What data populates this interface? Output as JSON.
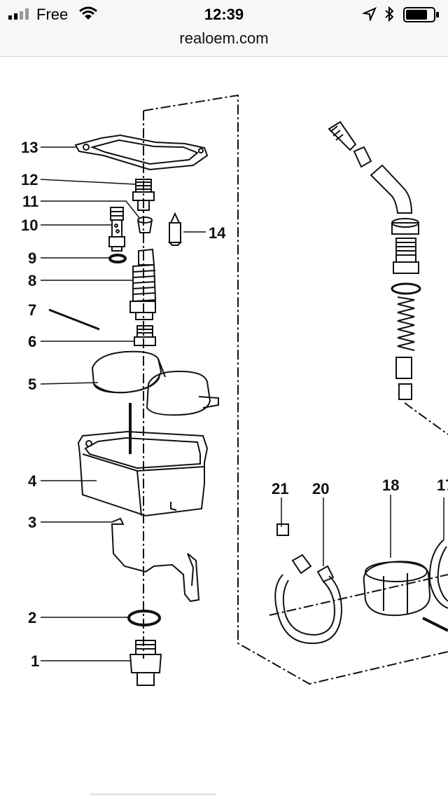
{
  "status_bar": {
    "carrier": "Free",
    "time": "12:39",
    "icons": [
      "signal-icon",
      "wifi-icon",
      "location-icon",
      "bluetooth-icon",
      "battery-icon"
    ]
  },
  "browser": {
    "url": "realoem.com"
  },
  "diagram": {
    "part_labels": {
      "p1": "1",
      "p2": "2",
      "p3": "3",
      "p4": "4",
      "p5": "5",
      "p6": "6",
      "p7": "7",
      "p8": "8",
      "p9": "9",
      "p10": "10",
      "p11": "11",
      "p12": "12",
      "p13": "13",
      "p14": "14",
      "p17": "17",
      "p18": "18",
      "p20": "20",
      "p21": "21"
    }
  }
}
